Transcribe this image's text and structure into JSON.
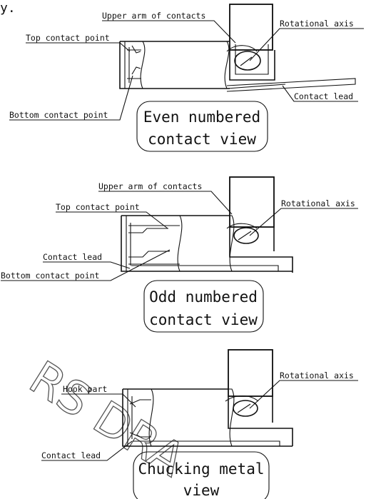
{
  "top_fragment": "y.",
  "views": [
    {
      "title_line1": "Even numbered",
      "title_line2": "contact view",
      "labels": {
        "upper_arm": "Upper arm of contacts",
        "rotational_axis": "Rotational axis",
        "top_contact": "Top contact point",
        "bottom_contact": "Bottom contact point",
        "contact_lead": "Contact lead"
      }
    },
    {
      "title_line1": "Odd numbered",
      "title_line2": "contact view",
      "labels": {
        "upper_arm": "Upper arm of contacts",
        "rotational_axis": "Rotational axis",
        "top_contact": "Top contact point",
        "contact_lead": "Contact lead",
        "bottom_contact": "Bottom contact point"
      }
    },
    {
      "title_line1": "Chucking metal",
      "title_line2": "view",
      "labels": {
        "rotational_axis": "Rotational axis",
        "hook_part": "Hook part",
        "contact_lead": "Contact lead"
      }
    }
  ],
  "watermark": "RS DRA"
}
